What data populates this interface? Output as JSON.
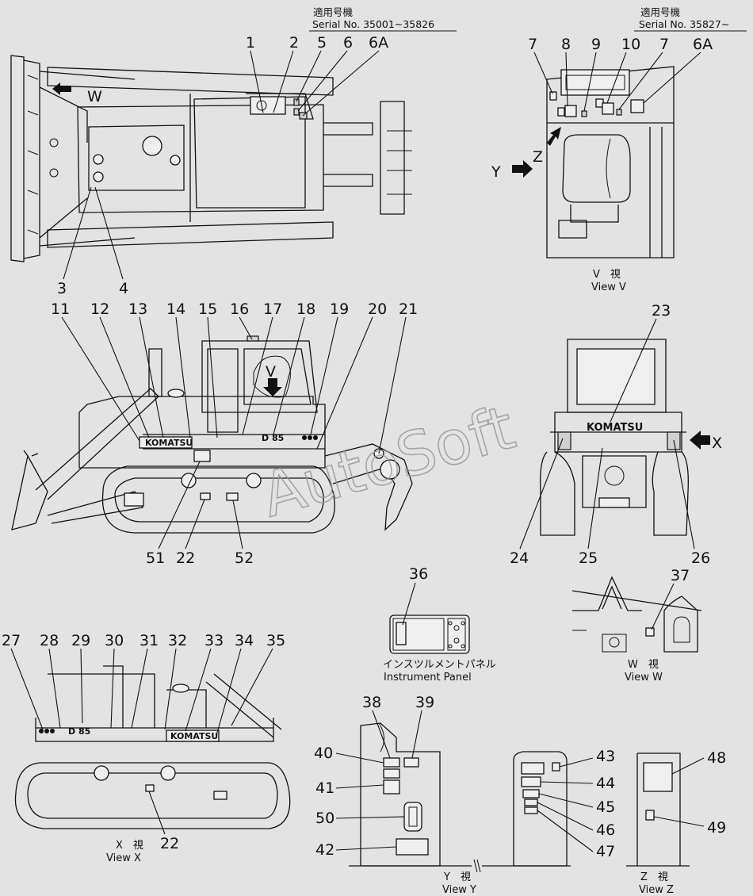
{
  "serial_top_left": {
    "jp": "適用号機",
    "serial": "Serial No. 35001~35826"
  },
  "serial_top_right": {
    "jp": "適用号機",
    "serial": "Serial No. 35827~"
  },
  "callouts": {
    "c1": "1",
    "c2": "2",
    "c3": "3",
    "c4": "4",
    "c5": "5",
    "c6": "6",
    "c6a": "6A",
    "c7a": "7",
    "c8": "8",
    "c9": "9",
    "c10": "10",
    "c7b": "7",
    "c6a_b": "6A",
    "c11": "11",
    "c12": "12",
    "c13": "13",
    "c14": "14",
    "c15": "15",
    "c16": "16",
    "c17": "17",
    "c18": "18",
    "c19": "19",
    "c20": "20",
    "c21": "21",
    "c51": "51",
    "c22a": "22",
    "c52": "52",
    "c23": "23",
    "c24": "24",
    "c25": "25",
    "c26": "26",
    "c36": "36",
    "c37": "37",
    "c27": "27",
    "c28": "28",
    "c29": "29",
    "c30": "30",
    "c31": "31",
    "c32": "32",
    "c33": "33",
    "c34": "34",
    "c35": "35",
    "c22b": "22",
    "c38": "38",
    "c39": "39",
    "c40": "40",
    "c41": "41",
    "c50": "50",
    "c42": "42",
    "c43": "43",
    "c44": "44",
    "c45": "45",
    "c46": "46",
    "c47": "47",
    "c48": "48",
    "c49": "49"
  },
  "arrow_labels": {
    "w": "W",
    "v": "V",
    "x": "X",
    "y": "Y",
    "z": "Z"
  },
  "machine_text": {
    "komatsu": "KOMATSU",
    "model": "D 85"
  },
  "views": {
    "v": {
      "jp": "V　視",
      "en": "View V"
    },
    "w": {
      "jp": "W　視",
      "en": "View W"
    },
    "x": {
      "jp": "X　視",
      "en": "View X"
    },
    "y": {
      "jp": "Y　視",
      "en": "View Y"
    },
    "z": {
      "jp": "Z　視",
      "en": "View Z"
    },
    "panel": {
      "jp": "インスツルメントパネル",
      "en": "Instrument Panel"
    }
  },
  "watermark": "AutoSoft"
}
